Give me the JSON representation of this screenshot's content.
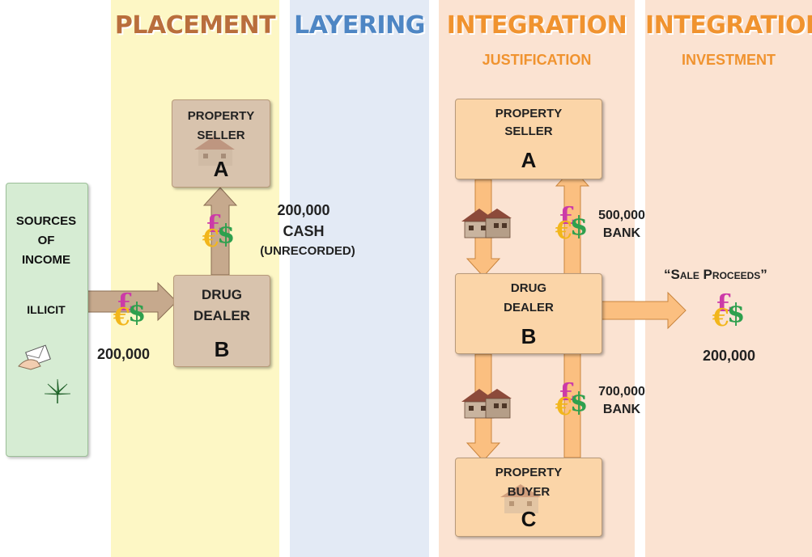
{
  "stages": {
    "placement": "PLACEMENT",
    "layering": "LAYERING",
    "integration_justification": "INTEGRATION",
    "integration_investment": "INTEGRATION",
    "justification_sub": "JUSTIFICATION",
    "investment_sub": "INVESTMENT"
  },
  "sources": {
    "label_line1": "SOURCES",
    "label_line2": "OF",
    "label_line3": "INCOME",
    "illicit": "ILLICIT"
  },
  "placement": {
    "seller_line1": "PROPERTY",
    "seller_line2": "SELLER",
    "seller_letter": "A",
    "dealer_line1": "DRUG",
    "dealer_line2": "DEALER",
    "dealer_letter": "B",
    "in_amount": "200,000",
    "cash_amount": "200,000",
    "cash_label": "CASH",
    "cash_note": "(UNRECORDED)"
  },
  "justification": {
    "seller_line1": "PROPERTY",
    "seller_line2": "SELLER",
    "seller_letter": "A",
    "dealer_line1": "DRUG",
    "dealer_line2": "DEALER",
    "dealer_letter": "B",
    "buyer_line1": "PROPERTY",
    "buyer_line2": "BUYER",
    "buyer_letter": "C",
    "bank_1_amount": "500,000",
    "bank_1_label": "BANK",
    "bank_2_amount": "700,000",
    "bank_2_label": "BANK"
  },
  "investment": {
    "sale_label": "“Sale Proceeds”",
    "amount": "200,000"
  },
  "colors": {
    "placement_bg": "#fdf7c5",
    "layering_bg": "#e3eaf5",
    "integration_bg": "#fbe3d2",
    "sources_bg": "#d6ecd3",
    "arrow_tan": "#c6a98d",
    "arrow_orange": "#fbbf80"
  },
  "icons": [
    "currency-icon",
    "house-icon",
    "hand-envelope-icon",
    "cannabis-leaf-icon"
  ]
}
